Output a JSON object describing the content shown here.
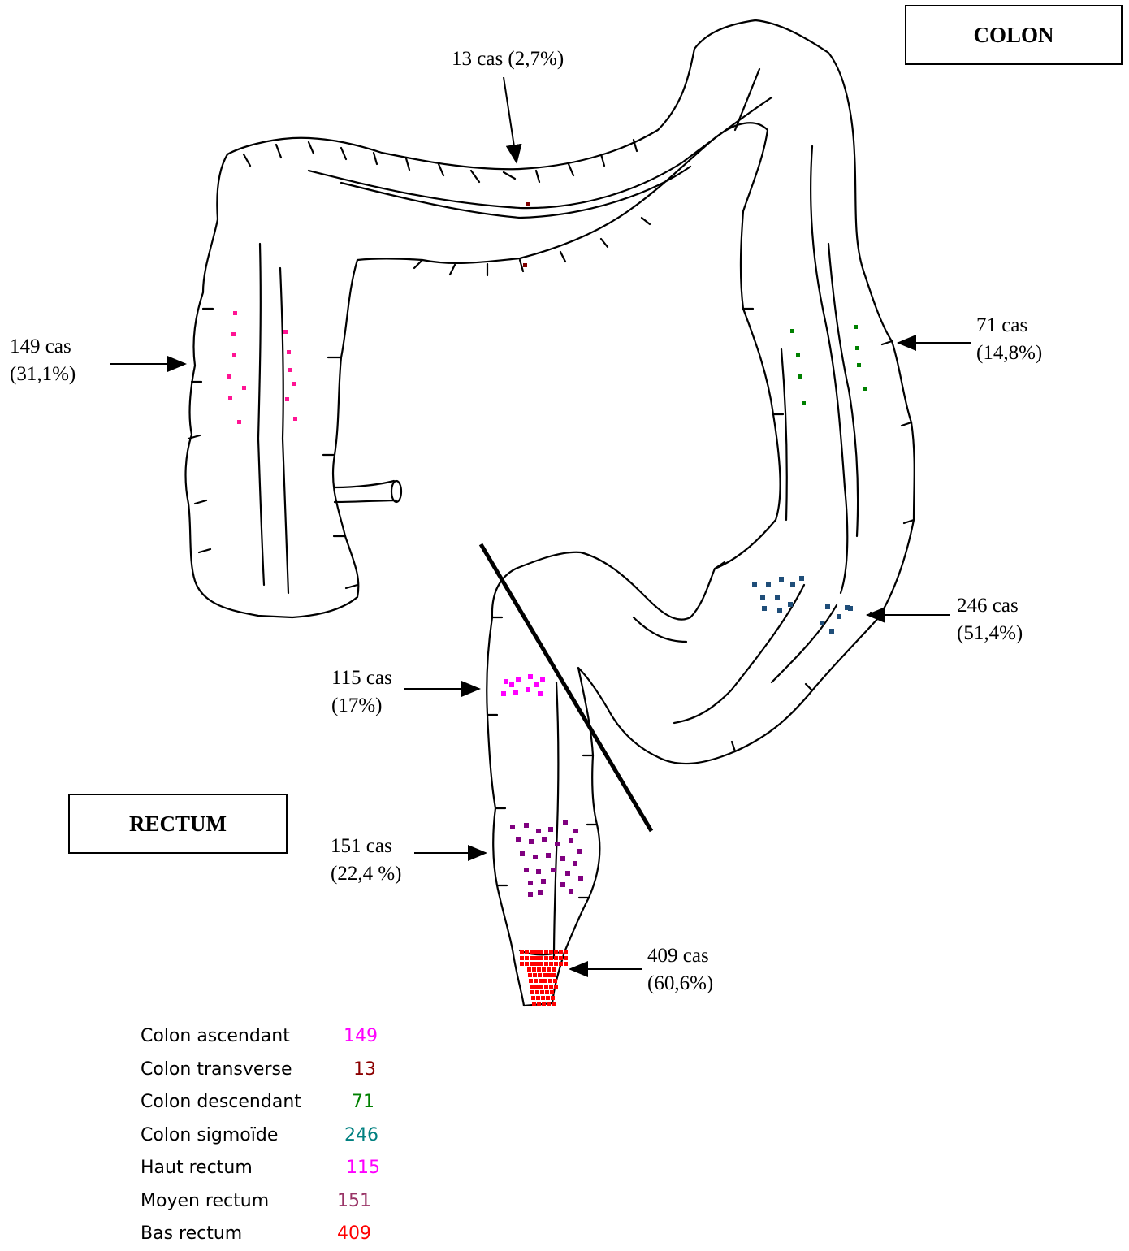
{
  "boxes": {
    "colon": "COLON",
    "rectum": "RECTUM"
  },
  "callouts": {
    "transverse": {
      "line1": "13 cas  (2,7%)"
    },
    "ascending": {
      "line1": "149 cas",
      "line2": "(31,1%)"
    },
    "descending": {
      "line1": "71 cas",
      "line2": "(14,8%)"
    },
    "sigmoid": {
      "line1": "246 cas",
      "line2": "(51,4%)"
    },
    "upper_rectum": {
      "line1": "115 cas",
      "line2": "(17%)"
    },
    "middle_rectum": {
      "line1": "151 cas",
      "line2": "(22,4 %)"
    },
    "lower_rectum": {
      "line1": "409 cas",
      "line2": "(60,6%)"
    }
  },
  "legend": [
    {
      "name": "Colon ascendant",
      "value": "149",
      "color": "#ff00ff"
    },
    {
      "name": "Colon transverse",
      "value": "13",
      "color": "#8b0000"
    },
    {
      "name": "Colon descendant",
      "value": "71",
      "color": "#008000"
    },
    {
      "name": "Colon sigmoïde",
      "value": "246",
      "color": "#008080"
    },
    {
      "name": "Haut rectum",
      "value": "115",
      "color": "#ff00ff"
    },
    {
      "name": "Moyen rectum",
      "value": "151",
      "color": "#993366"
    },
    {
      "name": "Bas rectum",
      "value": "409",
      "color": "#ff0000"
    }
  ],
  "segment_colors": {
    "ascending": "#ff1493",
    "transverse": "#7f0000",
    "descending": "#008000",
    "sigmoid": "#1f4e79",
    "upper_rectum": "#ff00ff",
    "middle_rectum": "#800080",
    "lower_rectum": "#ff0000"
  }
}
